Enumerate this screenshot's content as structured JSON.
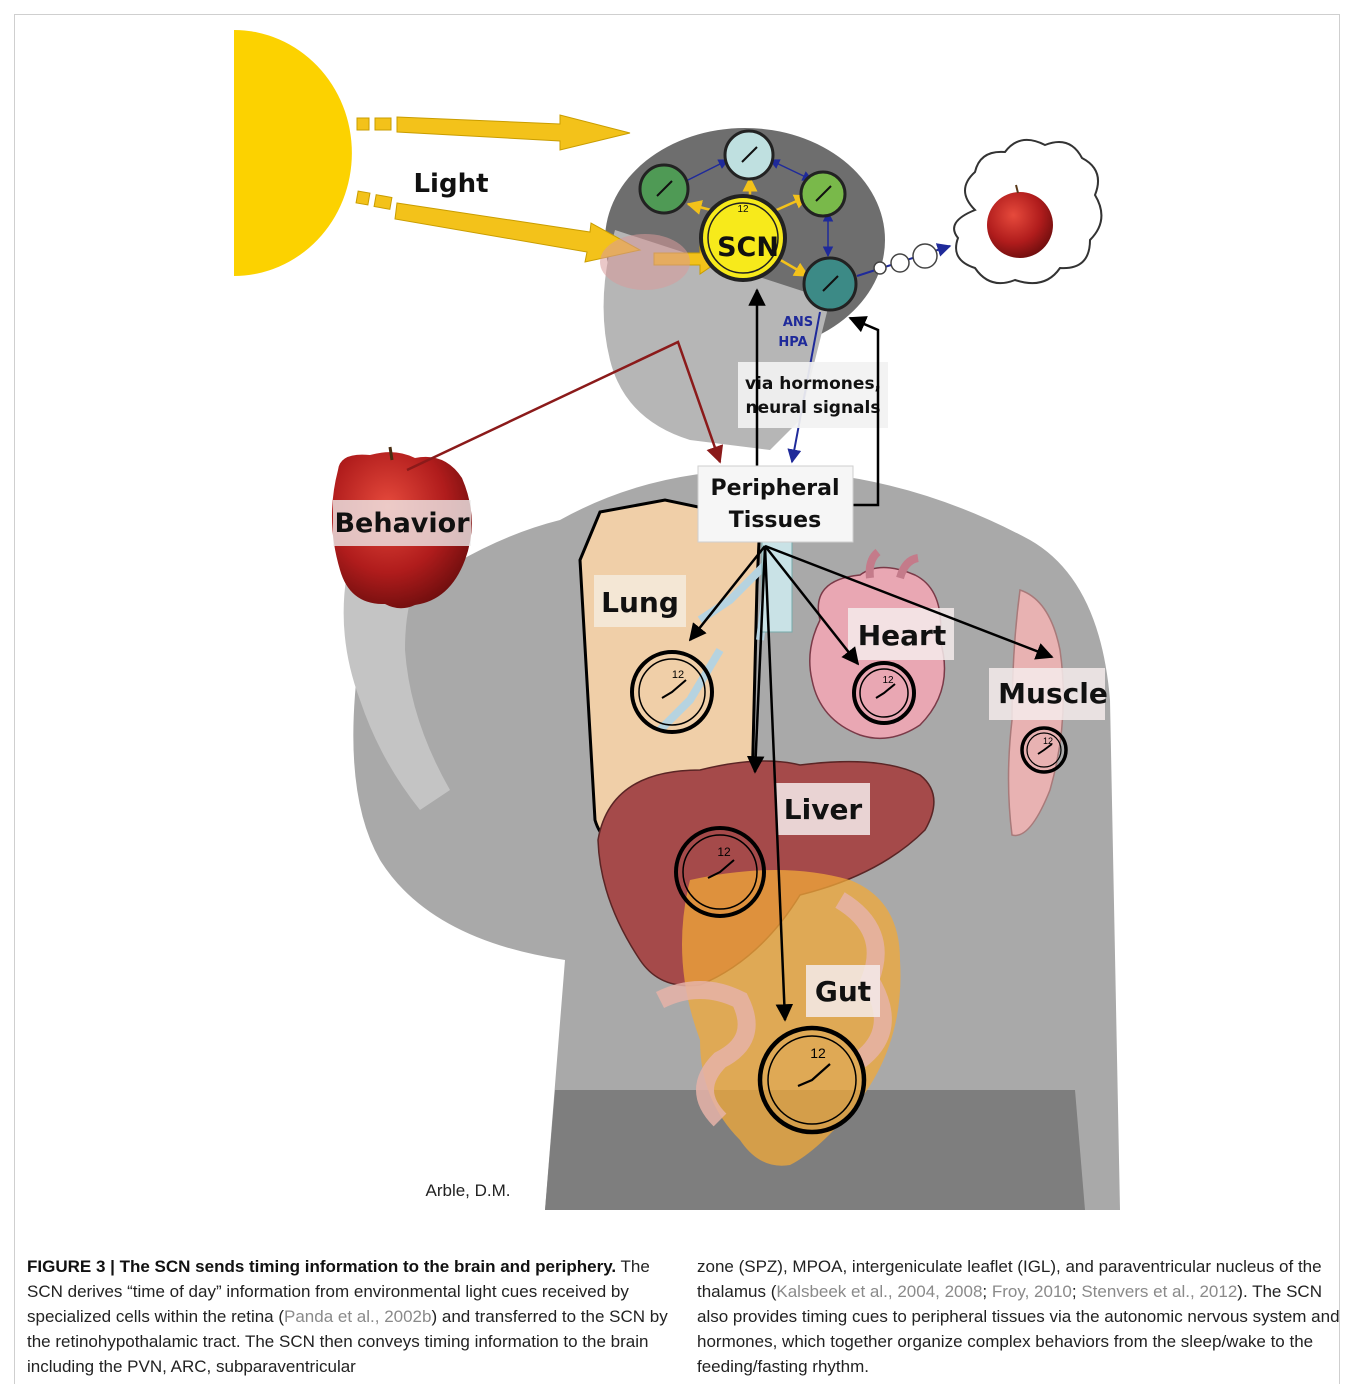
{
  "figure": {
    "labels": {
      "light": "Light",
      "scn": "SCN",
      "clock_twelve": "12",
      "ans": "ANS",
      "hpa": "HPA",
      "via_line1": "via hormones,",
      "via_line2": "neural signals",
      "behavior": "Behavior",
      "peripheral_line1": "Peripheral",
      "peripheral_line2": "Tissues",
      "lung": "Lung",
      "heart": "Heart",
      "muscle": "Muscle",
      "liver": "Liver",
      "gut": "Gut",
      "credit": "Arble, D.M."
    },
    "colors": {
      "sun": "#fcd200",
      "scn": "#f7ea1b",
      "light_arrow": "#f3c21a",
      "behavior_arrow": "#8b1a1a",
      "ans_arrow": "#1f2a9a",
      "node_dark_green": "#4f9a55",
      "node_light": "#bfe0e0",
      "node_green": "#79b94a",
      "node_teal": "#3c8a86"
    }
  },
  "caption": {
    "title": "FIGURE 3 | The SCN sends timing information to the brain and periphery.",
    "p1": "The SCN derives “time of day” information from environmental light cues received by specialized cells within the retina (",
    "ref1": "Panda et al., 2002b",
    "p2": ") and transferred to the SCN by the retinohypothalamic tract. The SCN then conveys timing information to the brain including the PVN, ARC, subparaventricular zone (SPZ), MPOA, intergeniculate leaflet (IGL), and paraventricular nucleus of the thalamus (",
    "ref2": "Kalsbeek et al., 2004, 2008",
    "sep1": "; ",
    "ref3": "Froy, 2010",
    "sep2": "; ",
    "ref4": "Stenvers et al., 2012",
    "p3": "). The SCN also provides timing cues to peripheral tissues via the autonomic nervous system and hormones, which together organize complex behaviors from the sleep/wake to the feeding/fasting rhythm."
  }
}
